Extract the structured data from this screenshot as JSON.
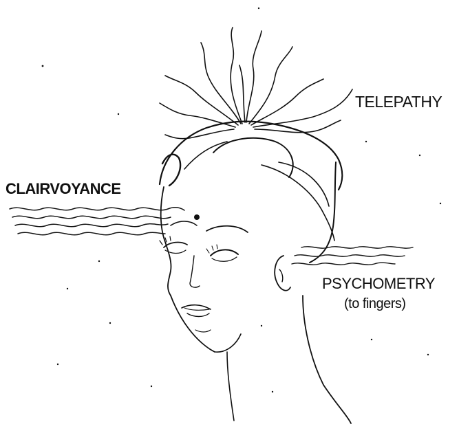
{
  "labels": {
    "telepathy": "TELEPATHY",
    "clairvoyance": "CLAIRVOYANCE",
    "psychometry": "PSYCHOMETRY",
    "psychometry_note": "(to fingers)"
  },
  "colors": {
    "ink": "#111111",
    "background": "#ffffff"
  }
}
